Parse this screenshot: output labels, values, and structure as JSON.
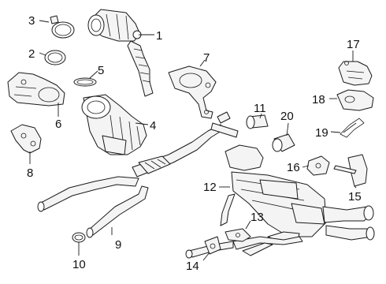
{
  "diagram": {
    "callouts": [
      "1",
      "2",
      "3",
      "4",
      "5",
      "6",
      "7",
      "8",
      "9",
      "10",
      "11",
      "12",
      "13",
      "14",
      "15",
      "16",
      "17",
      "18",
      "19",
      "20"
    ]
  },
  "colors": {
    "line": "#1a1a1a",
    "part_fill": "#f4f4f4",
    "background": "#ffffff"
  }
}
